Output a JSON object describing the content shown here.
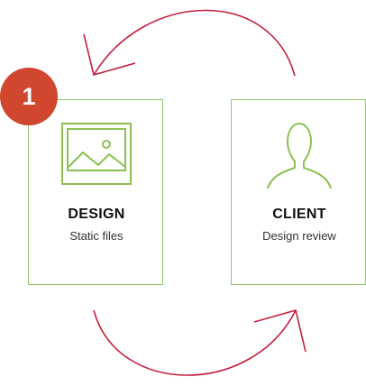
{
  "colors": {
    "arrow": "#c41f3e",
    "card_border": "#94c46a",
    "icon": "#8cc152",
    "badge": "#d0462e"
  },
  "step": {
    "number": "1"
  },
  "cards": [
    {
      "title": "DESIGN",
      "subtitle": "Static files",
      "icon": "image-icon"
    },
    {
      "title": "CLIENT",
      "subtitle": "Design review",
      "icon": "user-icon"
    }
  ],
  "arrows": [
    {
      "direction": "top",
      "icon": "curved-arrow-left"
    },
    {
      "direction": "bottom",
      "icon": "curved-arrow-right"
    }
  ]
}
